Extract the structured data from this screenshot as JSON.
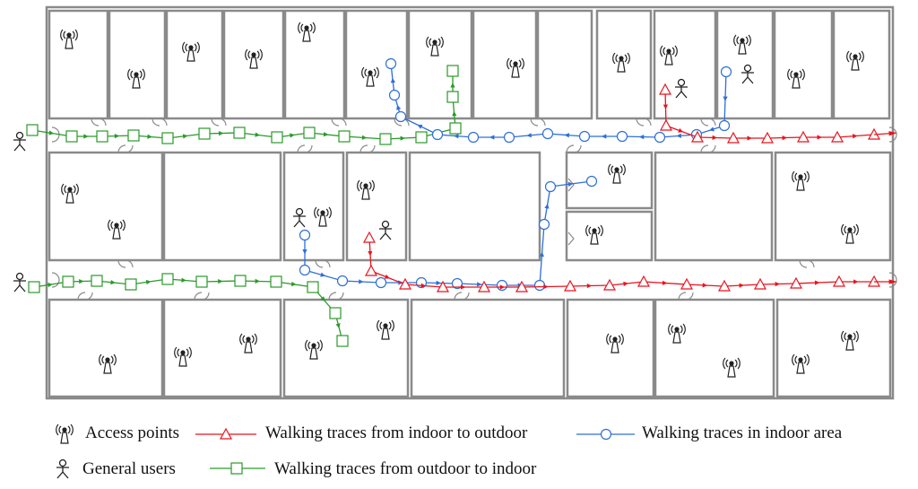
{
  "legend": {
    "access_points": "Access points",
    "indoor_to_outdoor": "Walking traces from indoor to outdoor",
    "indoor_area": "Walking traces in indoor area",
    "general_users": "General users",
    "outdoor_to_indoor": "Walking traces from outdoor to indoor"
  },
  "colors": {
    "wall": "#8a8a8a",
    "indoor_to_outdoor": "#e8141e",
    "indoor_area": "#2e6fd6",
    "outdoor_to_indoor": "#2a9a2a",
    "icon": "#222222"
  },
  "icons": {
    "access_point": "wifi-antenna-icon",
    "user": "stick-figure-icon"
  }
}
